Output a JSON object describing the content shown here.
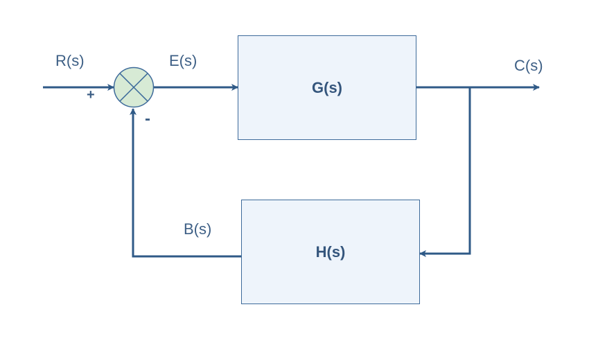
{
  "signals": {
    "input": "R(s)",
    "error": "E(s)",
    "output": "C(s)",
    "feedback": "B(s)"
  },
  "summing_junction": {
    "plus_sign": "+",
    "minus_sign": "-"
  },
  "blocks": {
    "forward": "G(s)",
    "feedback": "H(s)"
  },
  "colors": {
    "line": "#2f5a87",
    "block_fill": "#eef4fb",
    "block_border": "#3d6a9a",
    "junction_fill": "#d7ead5",
    "text": "#3d5f85"
  }
}
